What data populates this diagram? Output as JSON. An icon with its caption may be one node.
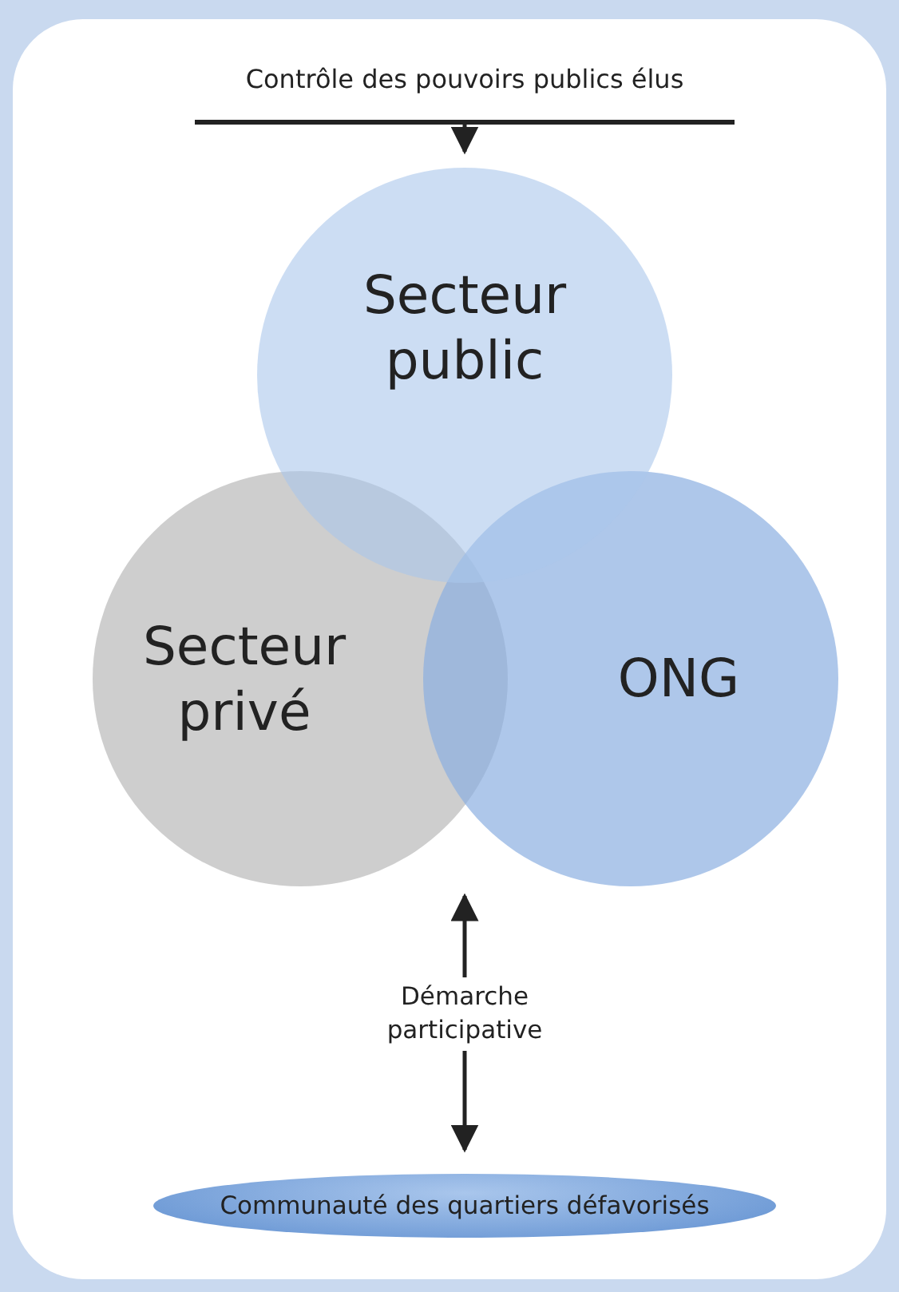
{
  "diagram": {
    "nodes": [
      {
        "text": [
          "Contrôle des pouvoirs publics élus"
        ]
      },
      {
        "text": [
          "Secteur public"
        ]
      },
      {
        "text": [
          "Secteur privé"
        ]
      },
      {
        "text": [
          "ONG"
        ]
      },
      {
        "text": [
          "Communauté des quartiers défavorisés"
        ]
      }
    ],
    "edges": [
      {
        "from": 0,
        "to": 1,
        "arrow": "to"
      },
      {
        "from": 2,
        "to": 4,
        "arrow": "both",
        "label": "Démarche participative"
      }
    ]
  }
}
